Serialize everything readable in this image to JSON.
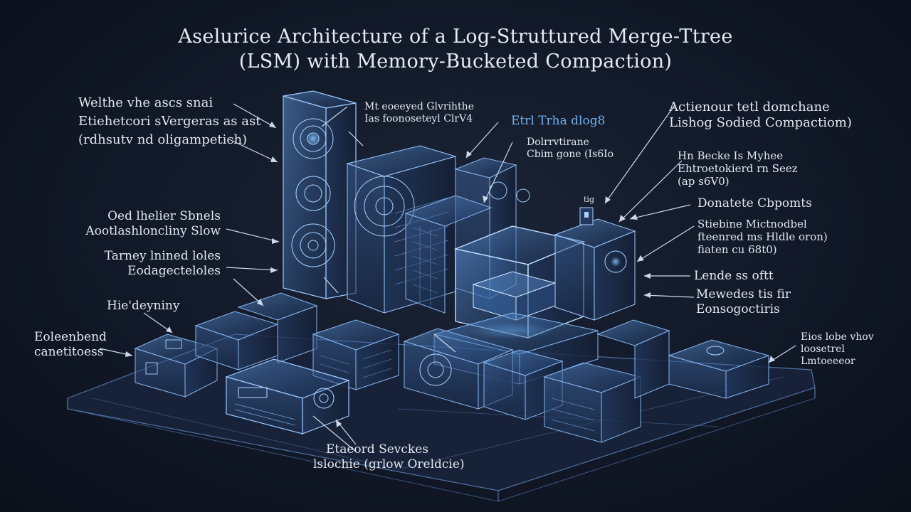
{
  "title": {
    "line1": "Aselurice Architecture of a Log-Struttured Merge-Ttree",
    "line2": "(LSM) with Memory-Bucketed Compaction)"
  },
  "labels": {
    "left_header": [
      "Welthe vhe ascs snai",
      "Etiehetcori sVergeras as ast",
      "(rdhsutv nd oligampetich)"
    ],
    "left_mid1": [
      "Oed lhelier Sbnels",
      "Aootlashloncliny Slow"
    ],
    "left_mid2": [
      "Tarney lnined loles",
      "Eodagecteloles"
    ],
    "left_low1": [
      "Hie'deyniny"
    ],
    "left_low2": [
      "Eoleenbend",
      "canetitoess"
    ],
    "top_center": [
      "Mt eoeeyed Glvrihthe",
      "Ias foonoseteyl ClrV4"
    ],
    "top_blue": [
      "Etrl Trha dlog8"
    ],
    "center_right": [
      "Dolrrvtirane",
      "Cbim gone (Is6Io"
    ],
    "right_header": [
      "Actienour tetl domchane",
      "Lishog Sodied Compactiom)"
    ],
    "right_1": [
      "Hn Becke Is Myhee",
      "Ehtroetokierd rn Seez",
      "(ap s6V0)"
    ],
    "right_small": [
      "tig"
    ],
    "right_2": [
      "Donatete Cbpomts"
    ],
    "right_3": [
      "Stiebine Mictnodbel",
      "fteenred ms Hldle oron)",
      "fiaten cu 68t0)"
    ],
    "right_4": [
      "Lende ss oftt"
    ],
    "right_5": [
      "Mewedes tis fir",
      "Eonsogoctiris"
    ],
    "right_low": [
      "Eios lobe vhov",
      "loosetrel",
      "Lmtoeeeor"
    ],
    "bottom": [
      "Etaeord Sevckes",
      "lslochie (grlow Oreldcie)"
    ]
  }
}
